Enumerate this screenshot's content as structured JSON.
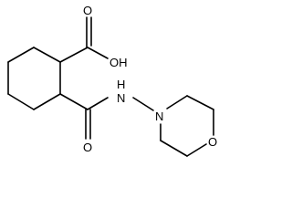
{
  "molecule": {
    "atoms": {
      "hydroxyl": "OH",
      "carbonyl_oxygen_acid": "O",
      "amide_nh": "H",
      "amide_n": "N",
      "amide_oxygen": "O",
      "morpholine_n": "N",
      "morpholine_o": "O"
    }
  }
}
